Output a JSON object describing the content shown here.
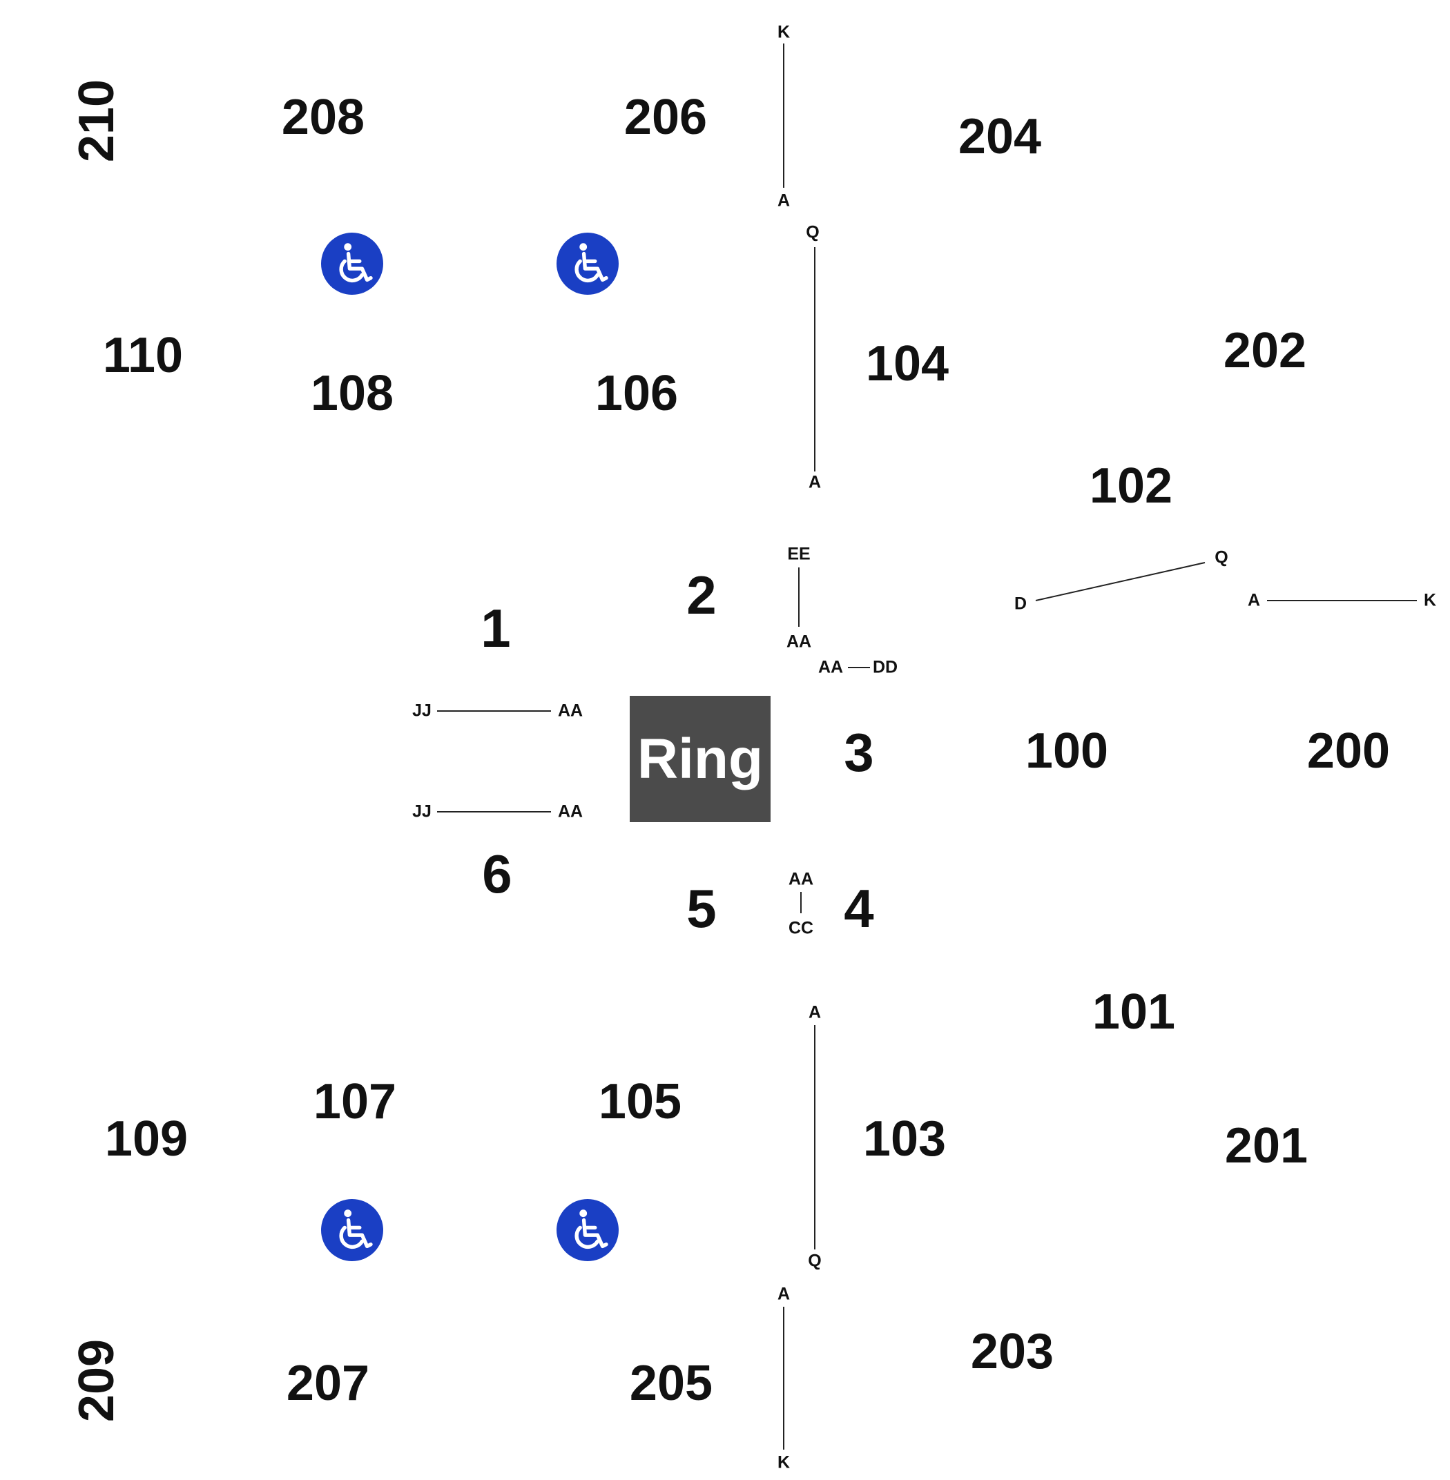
{
  "stage": {
    "label": "Ring"
  },
  "sections": {
    "s1": "1",
    "s2": "2",
    "s3": "3",
    "s4": "4",
    "s5": "5",
    "s6": "6",
    "s100": "100",
    "s101": "101",
    "s102": "102",
    "s103": "103",
    "s104": "104",
    "s105": "105",
    "s106": "106",
    "s107": "107",
    "s108": "108",
    "s109": "109",
    "s110": "110",
    "s200": "200",
    "s201": "201",
    "s202": "202",
    "s203": "203",
    "s204": "204",
    "s205": "205",
    "s206": "206",
    "s207": "207",
    "s208": "208",
    "s209": "209",
    "s210": "210"
  },
  "row_labels": {
    "top_k": "K",
    "top_a": "A",
    "s104_q": "Q",
    "s104_a": "A",
    "s2_ee": "EE",
    "s2_aa": "AA",
    "s3_aa": "AA",
    "s3_dd": "DD",
    "s102_d": "D",
    "s102_q": "Q",
    "s200_a": "A",
    "s200_k": "K",
    "s1_jj": "JJ",
    "s1_aa": "AA",
    "s6_jj": "JJ",
    "s6_aa": "AA",
    "s4_aa": "AA",
    "s4_cc": "CC",
    "s103_a": "A",
    "s103_q": "Q",
    "bot_a": "A",
    "bot_k": "K"
  },
  "icons": {
    "accessible": "wheelchair-icon",
    "accessible_color": "#1a3fc4"
  }
}
